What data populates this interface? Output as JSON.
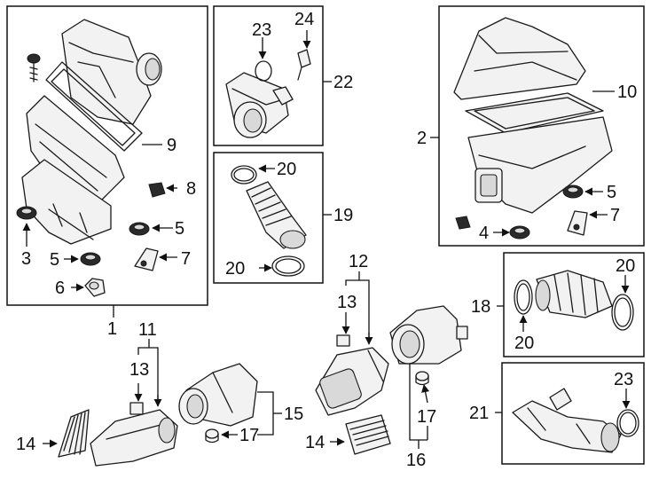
{
  "callouts": {
    "c1": "1",
    "c2": "2",
    "c3": "3",
    "c4": "4",
    "c5a": "5",
    "c5b": "5",
    "c5c": "5",
    "c6": "6",
    "c7a": "7",
    "c7b": "7",
    "c8": "8",
    "c9": "9",
    "c10": "10",
    "c11": "11",
    "c12": "12",
    "c13a": "13",
    "c13b": "13",
    "c14a": "14",
    "c14b": "14",
    "c15": "15",
    "c16": "16",
    "c17a": "17",
    "c17b": "17",
    "c18": "18",
    "c19": "19",
    "c20a": "20",
    "c20b": "20",
    "c20c": "20",
    "c20d": "20",
    "c21": "21",
    "c22": "22",
    "c23a": "23",
    "c23b": "23",
    "c24": "24"
  }
}
